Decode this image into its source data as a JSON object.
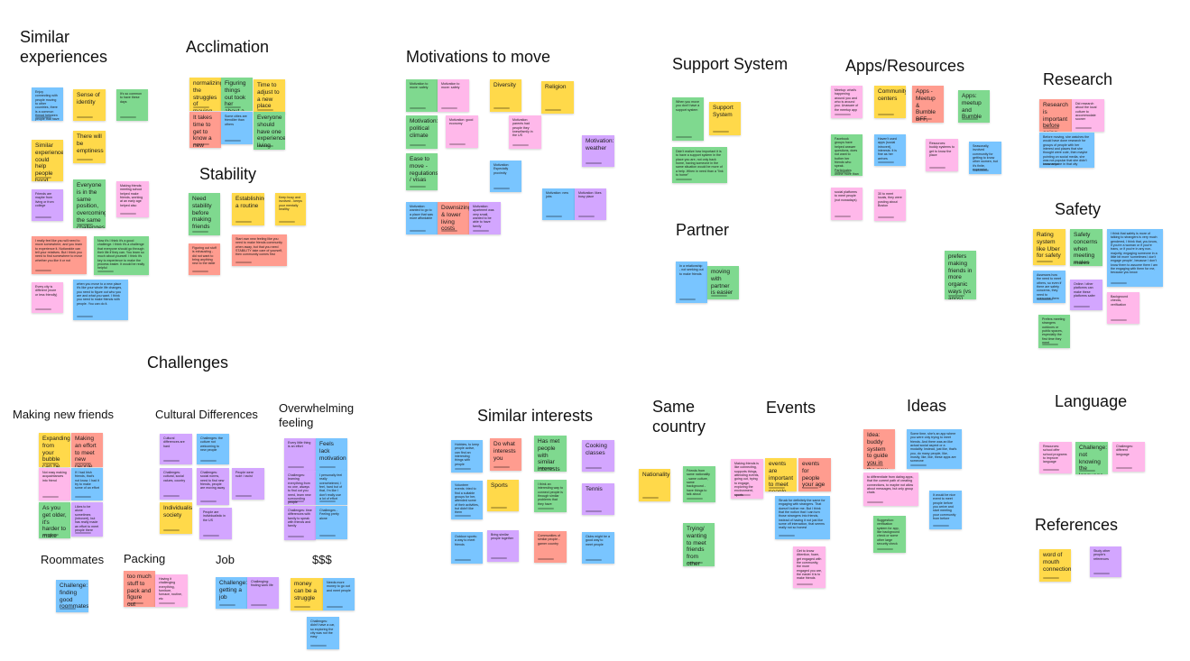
{
  "colors": {
    "yellow": "#ffd94a",
    "green": "#7fd98f",
    "pink": "#ffb8ea",
    "purple": "#d3a6ff",
    "blue": "#79c5ff",
    "red": "#ff9c8f"
  },
  "headings": {
    "similar_experiences": "Similar\nexperiences",
    "acclimation": "Acclimation",
    "stability": "Stability",
    "motivations": "Motivations to move",
    "support_system": "Support System",
    "apps_resources": "Apps/Resources",
    "research": "Research",
    "partner": "Partner",
    "safety": "Safety",
    "challenges": "Challenges",
    "making_new_friends": "Making new friends",
    "cultural_differences": "Cultural Differences",
    "overwhelming_feeling": "Overwhelming\nfeeling",
    "similar_interests": "Similar interests",
    "same_country": "Same\ncountry",
    "events": "Events",
    "ideas": "Ideas",
    "language": "Language",
    "references": "References",
    "roommates": "Roommates",
    "packing": "Packing",
    "job": "Job",
    "money": "$$$"
  },
  "notes": {
    "se1": "Sense of identity",
    "se2": "Similar experiences could help people bond",
    "se3": "There will be emptiness",
    "se4": "Everyone is in the same position, overcoming the same challenges.",
    "ac1": "normalizing the struggles of moving",
    "ac2": "Figuring things out took her about a year",
    "ac3": "Time to adjust to a new place",
    "ac4": "It takes time to get to know a new place",
    "ac5": "Everyone should have one experience living abroad",
    "st1": "Need stability before making friends",
    "st2": "Establishing a routine",
    "mo1": "Diversity",
    "mo2": "Religion",
    "mo3": "Motivation: weather",
    "mo4": "Downsizing & lower living costs",
    "ss1": "Support System",
    "pa1": "moving with partner is easier",
    "pa2": "prefers making friends in more organic ways (vs apps)",
    "ar1": "Community centers",
    "ar2": "Apps - Meetup & Bumble BFF, Games",
    "ar3": "Apps: meetup and Bumble",
    "re1": "Research is important before going",
    "sa1": "Rating system like Uber for safety",
    "sa2": "Safety concerns when meeting males",
    "mf1": "Expanding from your bubble can be hard",
    "mf2": "Making an effort to meet new people",
    "mf3": "As you get older, it's harder to make friends",
    "cd1": "Individualism society",
    "ow1": "Feels lack motivation",
    "si1": "Do what interests you",
    "si2": "Has met people with similar interests",
    "si3": "Cooking classes",
    "si4": "Sports",
    "si5": "Tennis",
    "sc1": "Nationality",
    "sc2": "Trying/ wanting to meet friends from other countries",
    "ev1": "events are important to meet people",
    "ev2": "events for people your age",
    "id1": "Idea: buddy system to guide you in the new city",
    "la1": "Challenge: not knowing the language",
    "rf1": "word of mouth connections",
    "rm1": "Challenge: finding good roommates",
    "pk1": "too much stuff to pack and figure out",
    "jb1": "Challenge: getting a job",
    "mn1": "money can be a struggle"
  },
  "small_notes": {
    "s01": "Enjoy connecting with people moving to other countries, there is a common thread between people that have moved",
    "s02": "It's so common to have these days",
    "s03": "Friends are maybe from living or from college",
    "s04": "Making friends: meeting school helped make friends, working at an early age helped also",
    "s05": "I really feel like you will need to move somewhere, and you learn to experience it. Noticeable can tell your relatives. But I think you need to find somewhere to move whether you like it or not",
    "s06": "Now it's I think it's a good challenge. I think it's a challenge that everyone should go through their life if they can. You learn so much about yourself. I think it's key to experience to make the process easier. It would be really helpful",
    "s07": "Every city is different (more or less friendly)",
    "s08": "when you move to a new place it's like your whole life changes, you need to figure out who you are and what you want. I think you need to make friends with people. You can do it.",
    "s09": "Some cities are friendlier than others",
    "s10": "Figuring out stuff is exhausting - did not want to bring anything new to the table",
    "s11": "Start own new feeling like you need to make friends community when away, but that you need STABILITY take care of yourself, then community comes first",
    "s12": "Keep busy and involved - keeps your mentally healthy",
    "s13": "Motivation to move: safety",
    "s14": "Motivation to move: safety",
    "s15": "Motivation: political climate",
    "s16": "Motivation: good economy",
    "s17": "Motivation: parents had people they knew/family in the US",
    "s18": "Ease to move - regulations / visas",
    "s19": "Motivation: Especially proximity",
    "s20": "Motivation: wanted to go to a place that was more affordable",
    "s21": "Motivation: apartment was very small, wanted to be able to have family",
    "s22": "Motivation: new jobs",
    "s23": "Motivation: likes busy place",
    "s24": "When you move you don't have a support system",
    "s25": "Didn't realize how important it is to have a support system in the place you are, not only back home, having someone in the same situation would be more of a help. When in need than a \"link to home\"",
    "s26": "In a relationship - not seeking out to make friends",
    "s27": "Meetup: what's happening around you and who is around you. Unaware of the meetup app",
    "s28": "Facebook groups have helped answer questions, does not want to bother her friends who speak. Participates online more than meeting in person",
    "s29": "Haven't used apps (social introvert), interests: it is fine as her arrives",
    "s30": "Resources: buddy systems to get to know the place",
    "s31": "Seasonally, involved community for getting to know other women, but it's finite, expensive",
    "s32": "social platforms to meet people (not nowadays)",
    "s33": "30 to meet locals, they were posting about Boston",
    "s34": "Did research about the local culture to accommodate sooner",
    "s35": "Before moving, she watches the would have done research for groups of people with her interest and places that she thought were cute, then maybe pointing on social media, she was not popular that she didn't know anyone in that city",
    "s36": "I think that safety is more of talking to strangers is very much gendered, I think that, you know, if you're a woman or if you're trans, or if you're in any non-majority, engaging someone in a little bit more 'sometimes I don't engage people', because I don't know them to assume them I am the engaging with them for me, because you know",
    "s37": "Assesses how the need to meet others, so even if there are safety concerns, they need to overcome them",
    "s38": "Online / other platforms can make these platforms safer",
    "s39": "Background checks, verification",
    "s40": "Prefers meeting strangers outdoors or public spaces, especially the first time they meet",
    "s41": "Not easy making acquaintances into friend",
    "s42": "If I had Irish friends, that's not know. I had it try to make some of an effort",
    "s43": "Likes to be alone sometimes (introvert), but has really made an effort to meet people there",
    "s44": "Cultural differences are hard",
    "s45": "Challenges: the culture not welcoming to new people",
    "s46": "Challenges: cultural, social values, country",
    "s47": "Challenges: social norms, need to find new friends, people are moving away",
    "s48": "People were rude / racist",
    "s49": "People are individualistic in the US",
    "s50": "Every little thing is an effort",
    "s51": "Challenges: learning everything from no one, always to find out you need, learn new surrounding people",
    "s52": "I personally feel really overwhelmed, I feel, hard but of that, I'm like I don't really use a lot of effort",
    "s53": "Challenges: time differences with family to speak with friends and family",
    "s54": "Challenges - Feeling pretty alone",
    "s55": "Hobbies, to keep people active, can find an interesting things with people",
    "s56": "Volunteer events: tried to find a suitable groups for her, attended some of their activities, but didn't like them",
    "s57": "I think an interesting way to connect people is through similar problems that they have",
    "s58": "Outdoor sports: a way to meet friends",
    "s59": "Bring similar people together",
    "s60": "Communities of similar people - gamer country",
    "s61": "Clubs might be a good way to meet people",
    "s62": "Friends from same nationality - same culture, same background - have things to talk about",
    "s63": "Making friends is like connecting, supports things, attending events, going out, trying to engage, exploring the environment, sports",
    "s64": "Struck for definitely the same for engaging with strangers. That doesn't bother me. But I think that the notion that I can turn those strangers into friends, instead of having it not just like some off interaction, that seems really not so honest",
    "s65": "Get to know Attention, foam, get engaged with the community, the more engaged you are, the easier it is to make friends",
    "s66": "Some time, she's an app where you were only trying to meet friends. And there was an like actual social aspect or a modality. Instead, just like, that's you, do many people, like, mostly, like, like, these apps are someone",
    "s67": "to differentiate from dating apps, that the current path of creating connections, to maybe not allow about messages, but only group chats",
    "s68": "It would be nice event to meet people before you arrive and start meeting your community from before",
    "s69": "Suggestion: verification system for app, like background check or some other large security check",
    "s70": "Resources: school offer school programs to improve language",
    "s71": "Challenges: different language",
    "s72": "Study other people's references",
    "s73": "Having it challenging everything, furniture, furnace, routine, etc",
    "s74": "Challenging: finding work life",
    "s75": "Needs more money to go out and meet people",
    "s76": "Challenges: didn't have a car, so exploring the city was not the easy"
  }
}
